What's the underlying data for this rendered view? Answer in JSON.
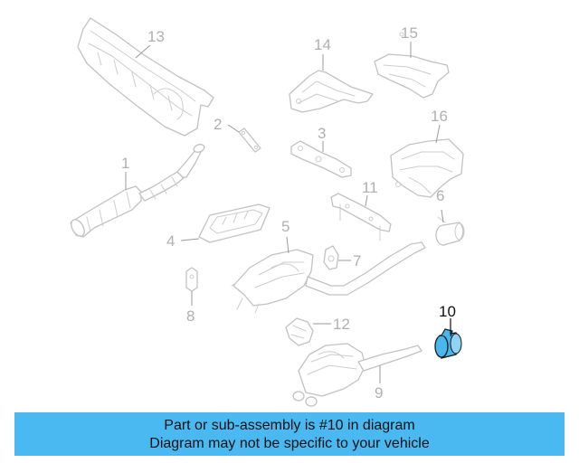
{
  "callouts": {
    "n1": "1",
    "n2": "2",
    "n3": "3",
    "n4": "4",
    "n5": "5",
    "n6": "6",
    "n7": "7",
    "n8": "8",
    "n9": "9",
    "n10": "10",
    "n11": "11",
    "n12": "12",
    "n13": "13",
    "n14": "14",
    "n15": "15",
    "n16": "16"
  },
  "highlighted_part": "10",
  "banner": {
    "line1": "Part or sub-assembly is #10 in diagram",
    "line2": "Diagram may not be specific to your vehicle"
  },
  "colors": {
    "highlight": "#49b7ee",
    "banner": "#4bb9f1",
    "part_outline": "#c2c2c2"
  }
}
